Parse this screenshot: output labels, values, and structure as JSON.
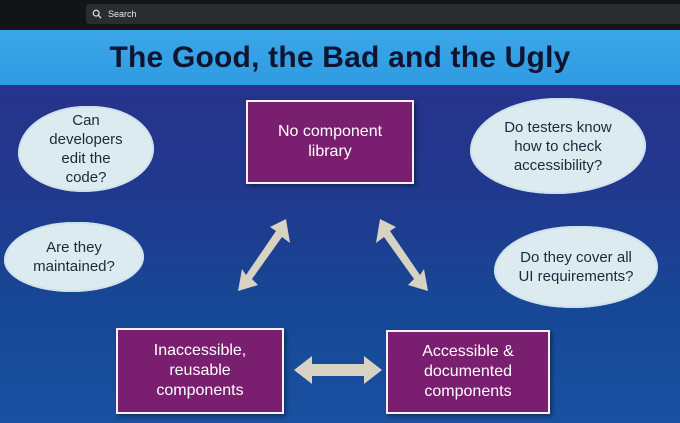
{
  "taskbar": {
    "search_label": "Search"
  },
  "slide": {
    "title": "The Good, the Bad and the Ugly",
    "boxes": {
      "top": "No component library",
      "bottom_left": "Inaccessible, reusable components",
      "bottom_right": "Accessible & documented components"
    },
    "clouds": {
      "top_left": "Can developers edit the code?",
      "mid_left": "Are they maintained?",
      "top_right": "Do testers know how to check accessibility?",
      "mid_right": "Do they cover all UI requirements?"
    }
  },
  "colors": {
    "title_band": "#3ba6e8",
    "slide_background": "#1f3a8e",
    "box_fill": "#7a1f6f",
    "cloud_fill": "#dcebf0",
    "arrow_fill": "#d8d2c2"
  }
}
